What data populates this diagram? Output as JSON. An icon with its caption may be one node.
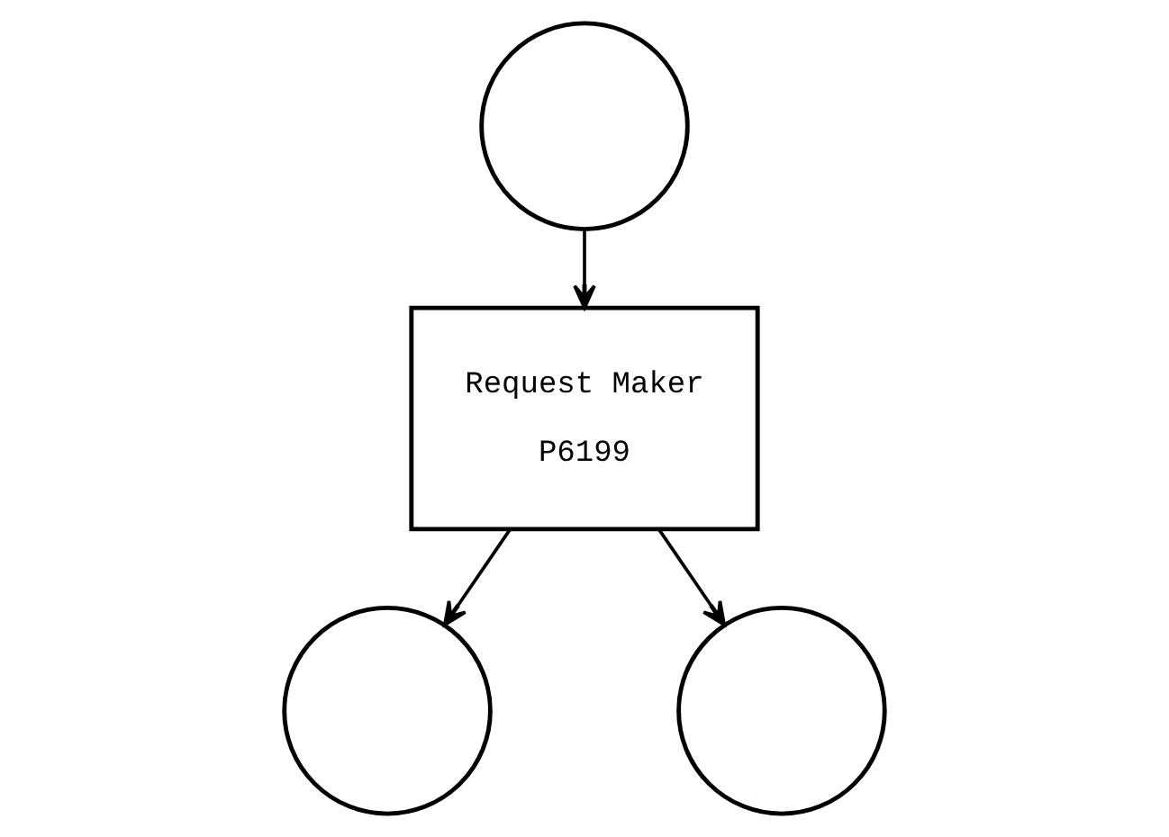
{
  "diagram": {
    "nodes": [
      {
        "text": [],
        "shape": "circle"
      },
      {
        "text": [
          "Request Maker",
          "P6199"
        ]
      },
      {
        "text": [],
        "shape": "circle"
      },
      {
        "text": [],
        "shape": "circle"
      }
    ],
    "edges": [
      {
        "from": 0,
        "to": 1,
        "arrow": "to"
      },
      {
        "from": 1,
        "to": 2,
        "arrow": "to"
      },
      {
        "from": 1,
        "to": 3,
        "arrow": "to"
      }
    ]
  }
}
